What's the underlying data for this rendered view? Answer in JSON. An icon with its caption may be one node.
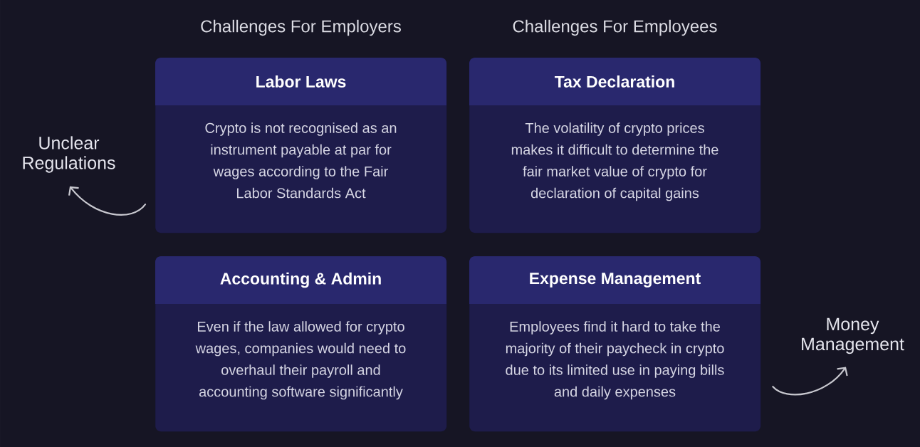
{
  "diagram": {
    "nodes": [
      {
        "text": [
          "Labor Laws",
          "Crypto is not recognised as an instrument payable at par for wages according to the Fair Labor Standards Act"
        ]
      },
      {
        "text": [
          "Tax Declaration",
          "The volatility of crypto prices makes it difficult to determine the fair market value of crypto for declaration of capital gains"
        ]
      },
      {
        "text": [
          "Accounting & Admin",
          "Even if the law allowed for crypto wages, companies would need to overhaul their payroll and accounting software significantly"
        ]
      },
      {
        "text": [
          "Expense Management",
          "Employees find it hard to take the majority of their paycheck in crypto due to its limited use in paying bills and daily expenses"
        ]
      },
      {
        "text": [
          "Unclear Regulations"
        ]
      },
      {
        "text": [
          "Money Management"
        ]
      }
    ],
    "edges": [
      {
        "from": 0,
        "to": 4,
        "arrow": "to"
      },
      {
        "from": 3,
        "to": 5,
        "arrow": "to"
      }
    ],
    "labels": [
      "Challenges For Employers",
      "Challenges For Employees"
    ]
  }
}
